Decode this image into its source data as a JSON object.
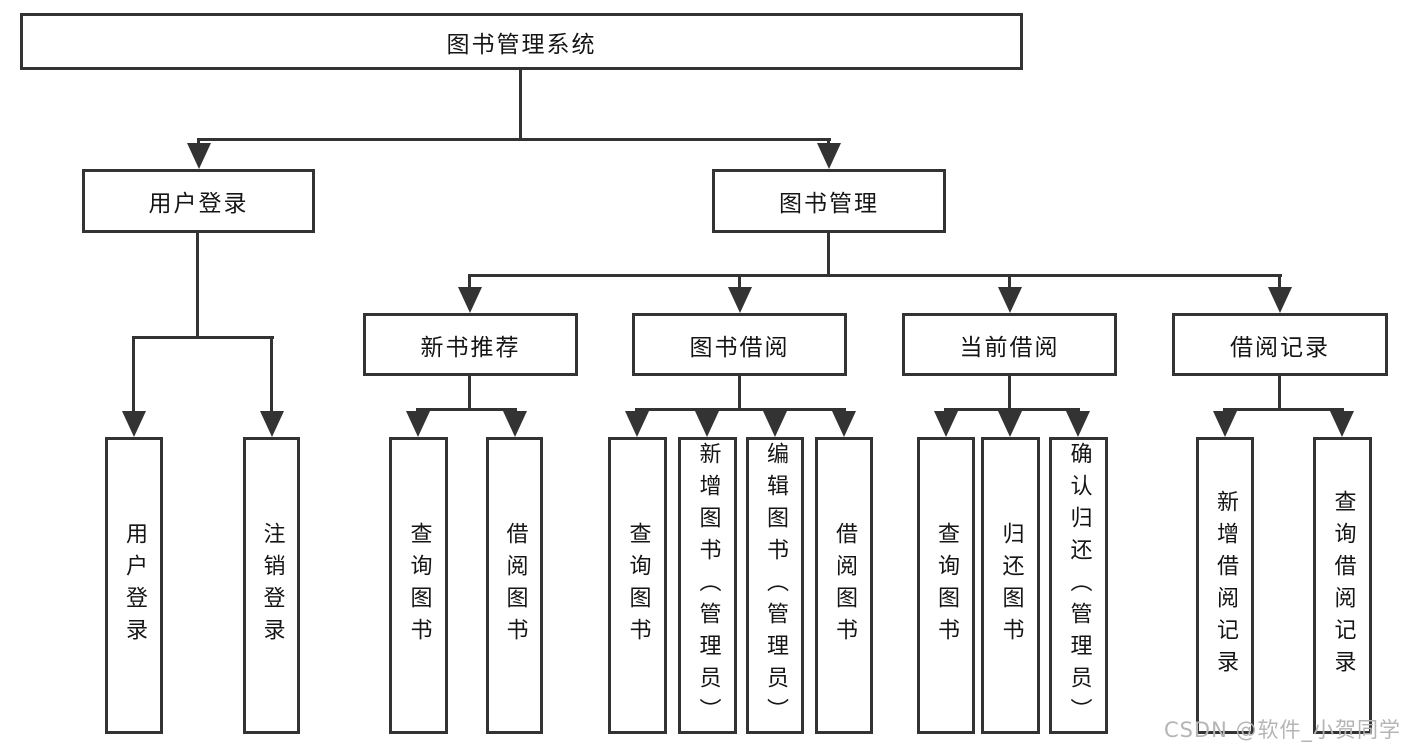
{
  "diagram": {
    "type": "tree-diagram",
    "root": {
      "label": "图书管理系统"
    },
    "branches": [
      {
        "label": "用户登录",
        "children": [
          {
            "label": "用户登录"
          },
          {
            "label": "注销登录"
          }
        ]
      },
      {
        "label": "图书管理",
        "children": [
          {
            "label": "新书推荐",
            "children": [
              {
                "label": "查询图书"
              },
              {
                "label": "借阅图书"
              }
            ]
          },
          {
            "label": "图书借阅",
            "children": [
              {
                "label": "查询图书"
              },
              {
                "label": "新增图书（管理员）"
              },
              {
                "label": "编辑图书（管理员）"
              },
              {
                "label": "借阅图书"
              }
            ]
          },
          {
            "label": "当前借阅",
            "children": [
              {
                "label": "查询图书"
              },
              {
                "label": "归还图书"
              },
              {
                "label": "确认归还（管理员）"
              }
            ]
          },
          {
            "label": "借阅记录",
            "children": [
              {
                "label": "新增借阅记录"
              },
              {
                "label": "查询借阅记录"
              }
            ]
          }
        ]
      }
    ],
    "watermark": {
      "text": "CSDN @软件_小贺同学"
    },
    "colors": {
      "line": "#333333",
      "box_border": "#333333",
      "box_fill": "#ffffff",
      "text": "#151515",
      "watermark": "#b5b5b5",
      "background": "#ffffff"
    }
  }
}
